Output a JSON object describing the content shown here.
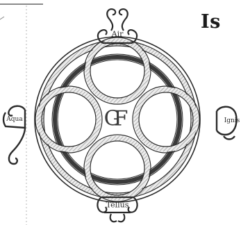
{
  "heading_fragment": "Is",
  "emblem": {
    "monogram": "GF",
    "labels": {
      "top": "Air",
      "left": "Aqua",
      "right": "Ignis",
      "bottom": "Tellus"
    }
  },
  "colors": {
    "ink": "#2a2a2a",
    "paper": "#ffffff"
  }
}
